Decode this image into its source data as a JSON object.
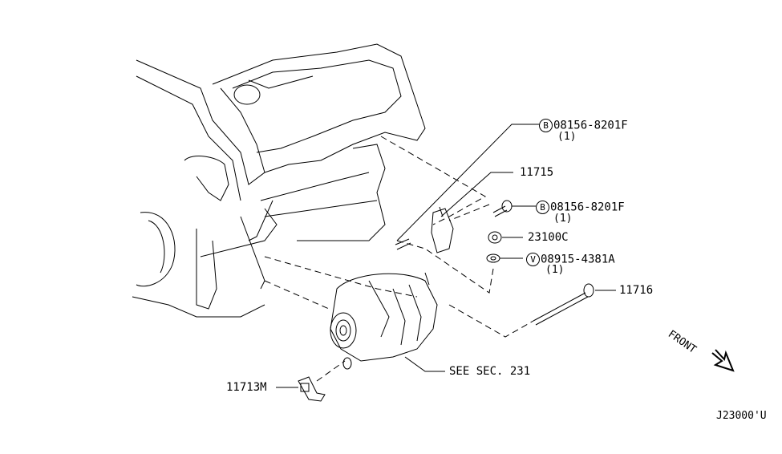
{
  "callouts": [
    {
      "id": "bolt-upper",
      "prefix": "B",
      "part": "08156-8201F",
      "qty": "(1)"
    },
    {
      "id": "bracket",
      "part": "11715"
    },
    {
      "id": "bolt-right",
      "prefix": "B",
      "part": "08156-8201F",
      "qty": "(1)"
    },
    {
      "id": "nut",
      "part": "23100C"
    },
    {
      "id": "washer",
      "prefix": "V",
      "part": "08915-4381A",
      "qty": "(1)"
    },
    {
      "id": "long-bolt",
      "part": "11716"
    },
    {
      "id": "alternator",
      "part": "SEE SEC. 231"
    },
    {
      "id": "nut-lower",
      "part": "11713M"
    }
  ],
  "front_label": "FRONT",
  "diagram_code": "J23000'U"
}
